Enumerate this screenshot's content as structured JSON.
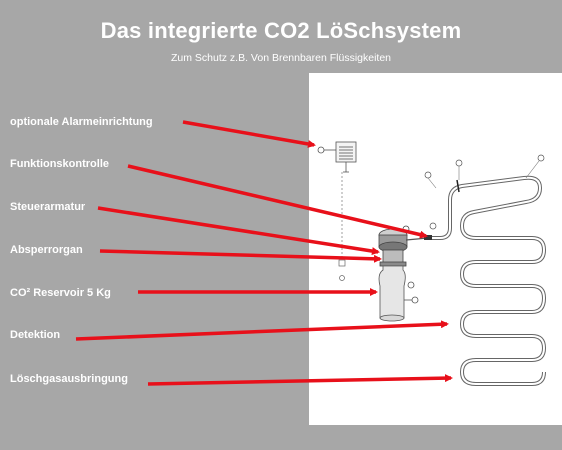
{
  "title": "Das integrierte  CO2 LöSchsystem",
  "subtitle": "Zum Schutz z.B. Von Brennbaren Flüssigkeiten",
  "labels": [
    "optionale Alarmeinrichtung",
    "Funktionskontrolle",
    "Steuerarmatur",
    "Absperrorgan",
    "CO² Reservoir 5 Kg",
    "Detektion",
    "Löschgasausbringung"
  ],
  "colors": {
    "background": "#a7a7a7",
    "panel": "#ffffff",
    "arrow": "#e8101a",
    "text": "#ffffff",
    "drawing": "#555555"
  }
}
